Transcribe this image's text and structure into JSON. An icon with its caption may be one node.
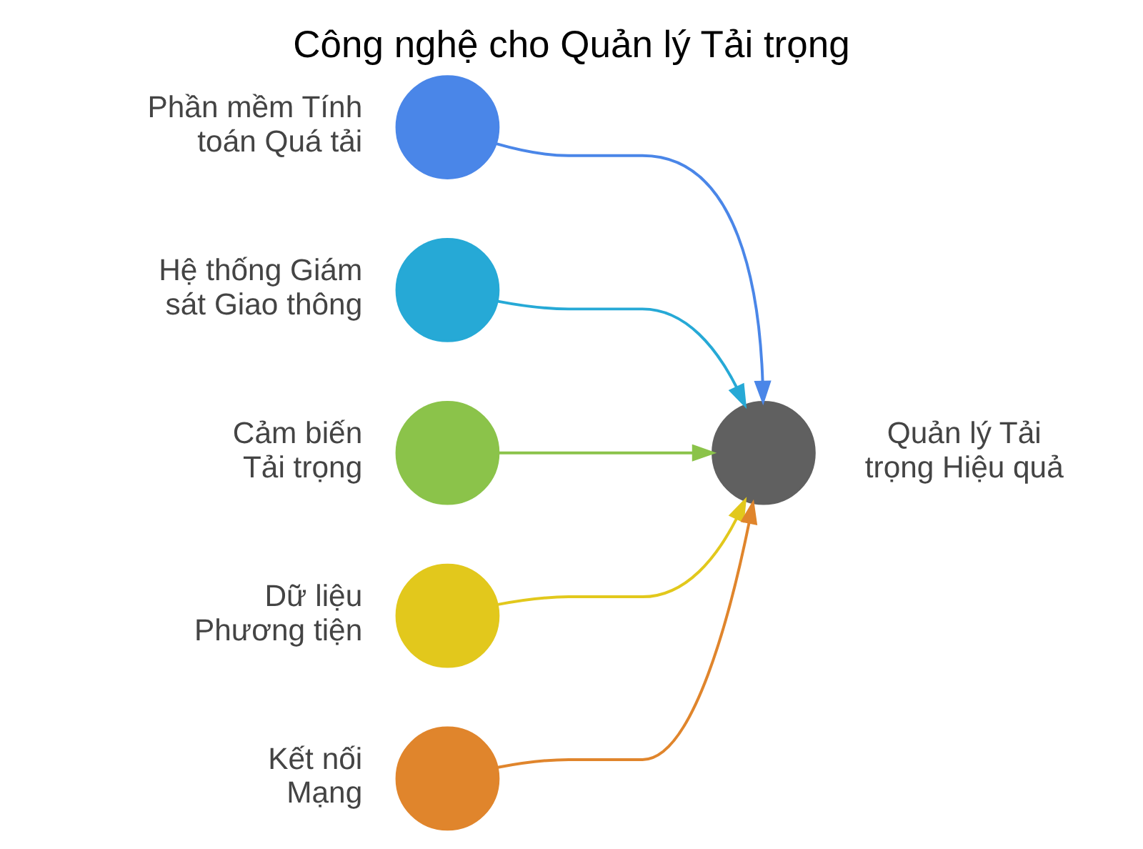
{
  "diagram": {
    "title": "Công nghệ cho Quản lý Tải trọng",
    "nodes": [
      {
        "text": [],
        "shape": "circle",
        "beside": [
          "Phần mềm Tính toán Quá tải"
        ]
      },
      {
        "text": [],
        "shape": "circle",
        "beside": [
          "Hệ thống Giám sát Giao thông"
        ]
      },
      {
        "text": [],
        "shape": "circle",
        "beside": [
          "Cảm biến Tải trọng"
        ]
      },
      {
        "text": [],
        "shape": "circle",
        "beside": [
          "Dữ liệu Phương tiện"
        ]
      },
      {
        "text": [],
        "shape": "circle",
        "beside": [
          "Kết nối Mạng"
        ]
      },
      {
        "text": [],
        "shape": "circle",
        "beside": [
          "Quản lý Tải trọng Hiệu quả"
        ]
      }
    ],
    "edges": [
      {
        "from": 0,
        "to": 5,
        "arrow": "to",
        "color": "#4a86e8"
      },
      {
        "from": 1,
        "to": 5,
        "arrow": "to",
        "color": "#26a9d6"
      },
      {
        "from": 2,
        "to": 5,
        "arrow": "to",
        "color": "#8bc34a"
      },
      {
        "from": 3,
        "to": 5,
        "arrow": "to",
        "color": "#e2c81c"
      },
      {
        "from": 4,
        "to": 5,
        "arrow": "to",
        "color": "#e0852c"
      }
    ]
  }
}
